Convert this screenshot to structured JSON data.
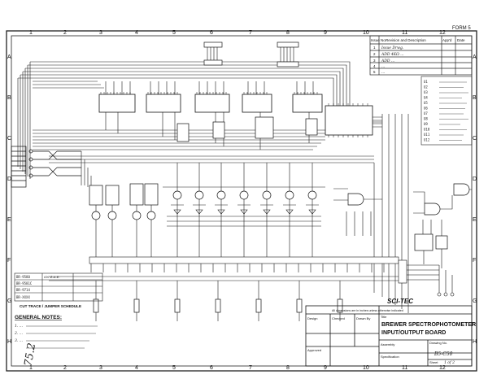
{
  "sheet": {
    "form": "FORM 5",
    "column_numbers": [
      "1",
      "2",
      "3",
      "4",
      "5",
      "6",
      "7",
      "8",
      "9",
      "10",
      "11",
      "12"
    ],
    "row_letters": [
      "A",
      "B",
      "C",
      "D",
      "E",
      "F",
      "G",
      "H"
    ]
  },
  "revisions": {
    "headers": [
      "Issue No.",
      "Revision and Description",
      "App'd",
      "Date"
    ],
    "rows": [
      {
        "no": "1",
        "desc": "Issue Drwg.",
        "appd": "",
        "date": ""
      },
      {
        "no": "2",
        "desc": "ADD 4KΩ ...",
        "appd": "",
        "date": ""
      },
      {
        "no": "3",
        "desc": "ADD ...",
        "appd": "",
        "date": ""
      },
      {
        "no": "4",
        "desc": "...",
        "appd": "",
        "date": ""
      },
      {
        "no": "5",
        "desc": "...",
        "appd": "",
        "date": ""
      }
    ]
  },
  "parts_list": [
    "U1",
    "U2",
    "U3",
    "U4",
    "U5",
    "U6",
    "U7",
    "U8",
    "U9",
    "U10",
    "U11",
    "U12"
  ],
  "cut_schedule": {
    "title": "CUT TRACE / JUMPER SCHEDULE",
    "rows": [
      [
        "BR-9580",
        "SN 4.A.E.",
        ""
      ],
      [
        "BR-9581C",
        "",
        ""
      ],
      [
        "BR-9714",
        "",
        ""
      ],
      [
        "BR-XXXX",
        "",
        ""
      ]
    ]
  },
  "notes": {
    "title": "GENERAL NOTES:",
    "items": [
      "1. ...",
      "2. ...",
      "3. ..."
    ]
  },
  "title_block": {
    "logo": "SCI-TEC",
    "title_label": "Title",
    "title_line1": "BREWER SPECTROPHOTOMETER",
    "title_line2": "INPUT/OUTPUT BOARD",
    "assy_label": "Assembly",
    "spec_label": "Specification",
    "drawing_no_label": "Drawing No.",
    "drawing_no": "B5-C50",
    "sheet_label": "Sheet",
    "sheet_value": "1 of 2",
    "design_label": "Design",
    "checked_label": "Checked",
    "drawn_label": "Drawn By",
    "approved_label": "Approved",
    "tolerance_note": "All dimensions are in inches unless otherwise indicated"
  },
  "margin_note": "75.2"
}
